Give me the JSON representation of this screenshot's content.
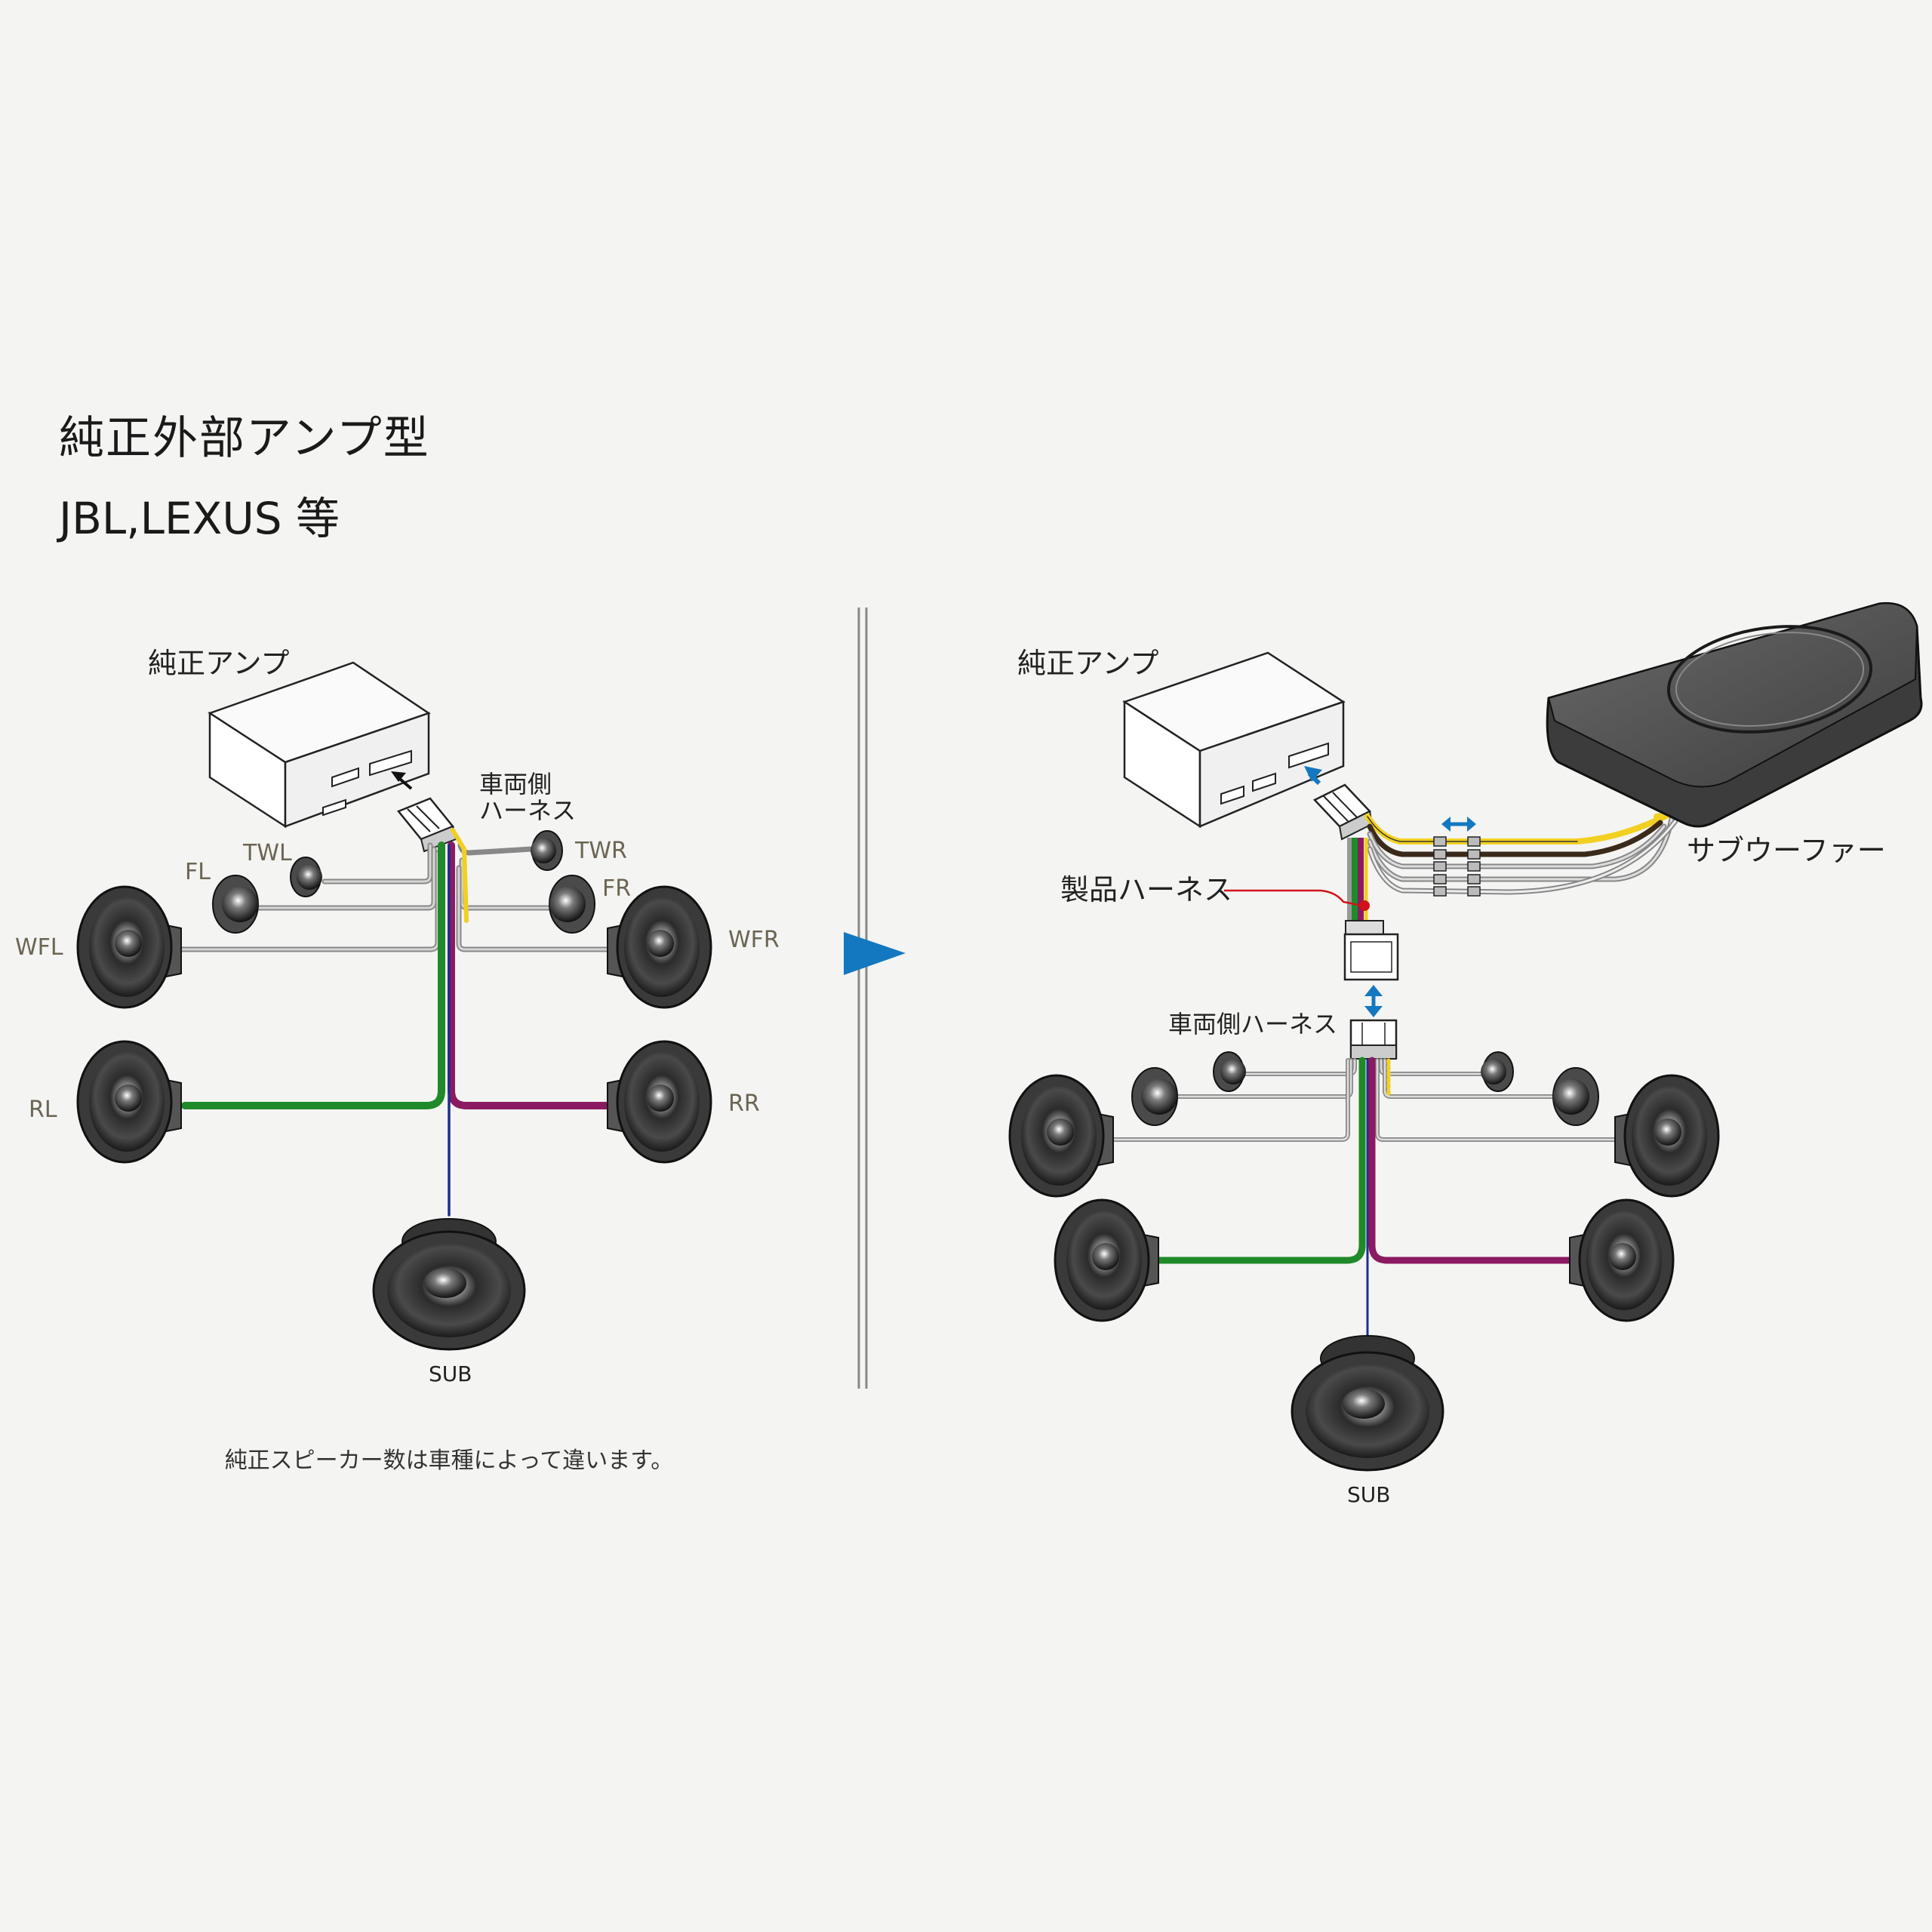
{
  "header": {
    "title": "純正外部アンプ型",
    "subtitle": "JBL,LEXUS 等"
  },
  "before": {
    "amp_label": "純正アンプ",
    "harness_label_line1": "車両側",
    "harness_label_line2": "ハーネス",
    "speakers": {
      "twl": "TWL",
      "fl": "FL",
      "wfl": "WFL",
      "rl": "RL",
      "twr": "TWR",
      "fr": "FR",
      "wfr": "WFR",
      "rr": "RR",
      "sub": "SUB"
    },
    "note": "純正スピーカー数は車種によって違います。"
  },
  "after": {
    "amp_label": "純正アンプ",
    "product_harness_label": "製品ハーネス",
    "vehicle_harness_label": "車両側ハーネス",
    "subwoofer_label": "サブウーファー",
    "sub_label": "SUB"
  },
  "colors": {
    "background": "#f4f4f2",
    "arrow_blue": "#1478c0",
    "wire_green": "#1f8a2a",
    "wire_purple": "#8b1a62",
    "wire_blue": "#1c2f8f",
    "wire_yellow": "#f2d021",
    "wire_gray": "#a8a8a8",
    "label_olive": "#6b6553",
    "pointer_red": "#d0121b"
  }
}
